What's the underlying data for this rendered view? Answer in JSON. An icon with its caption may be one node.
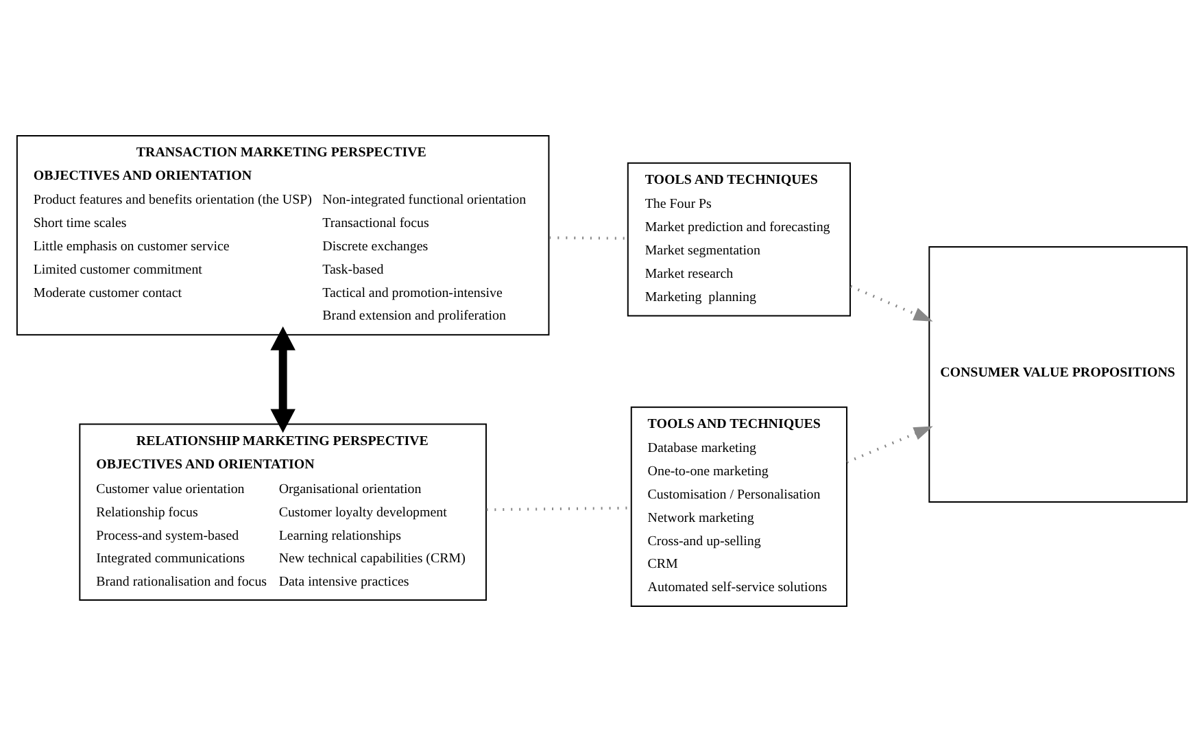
{
  "diagram": {
    "nodes": [
      {
        "text": [
          "TRANSACTION MARKETING PERSPECTIVE",
          "OBJECTIVES AND ORIENTATION",
          "Product features and benefits orientation (the USP)",
          "Short time scales",
          "Little emphasis on customer service",
          "Limited customer commitment",
          "Moderate customer contact",
          "Non-integrated functional orientation",
          "Transactional focus",
          "Discrete exchanges",
          "Task-based",
          "Tactical and promotion-intensive",
          "Brand extension and proliferation"
        ]
      },
      {
        "text": [
          "TOOLS AND TECHNIQUES",
          "The Four Ps",
          "Market prediction and forecasting",
          "Market segmentation",
          "Market research",
          "Marketing  planning"
        ]
      },
      {
        "text": [
          "CONSUMER VALUE PROPOSITIONS"
        ]
      },
      {
        "text": [
          "RELATIONSHIP MARKETING PERSPECTIVE",
          "OBJECTIVES AND ORIENTATION",
          "Customer value orientation",
          "Relationship focus",
          "Process-and system-based",
          "Integrated communications",
          "Brand rationalisation and focus",
          "Organisational orientation",
          "Customer loyalty development",
          "Learning relationships",
          "New technical capabilities (CRM)",
          "Data intensive practices"
        ]
      },
      {
        "text": [
          "TOOLS AND TECHNIQUES",
          "Database marketing",
          "One-to-one marketing",
          "Customisation / Personalisation",
          "Network marketing",
          "Cross-and up-selling",
          "CRM",
          "Automated self-service solutions"
        ]
      }
    ],
    "edges": [
      {
        "from": 0,
        "to": 1,
        "arrow": "none",
        "style": "dashed"
      },
      {
        "from": 1,
        "to": 2,
        "arrow": "to",
        "style": "dashed"
      },
      {
        "from": 0,
        "to": 3,
        "arrow": "both",
        "style": "thick",
        "color": "#000000"
      },
      {
        "from": 3,
        "to": 4,
        "arrow": "none",
        "style": "dashed"
      },
      {
        "from": 4,
        "to": 2,
        "arrow": "to",
        "style": "dashed"
      }
    ]
  }
}
